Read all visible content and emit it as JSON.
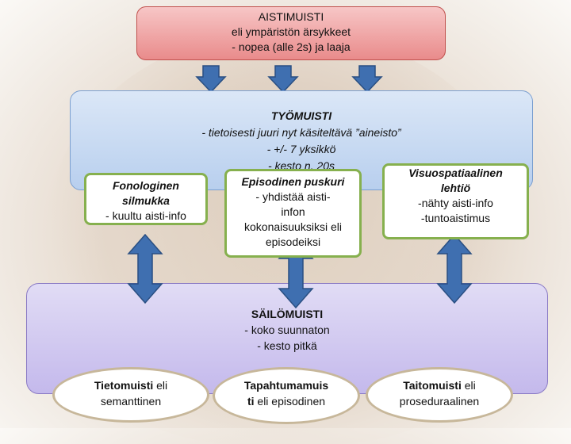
{
  "sensory_memory": {
    "title": "AISTIMUISTI",
    "line1": "eli ympäristön ärsykkeet",
    "line2": "- nopea (alle 2s) ja laaja"
  },
  "working_memory": {
    "title": "TYÖMUISTI",
    "line1": "-   tietoisesti juuri nyt käsiteltävä ”aineisto”",
    "line2": "-   +/- 7 yksikkö",
    "line3": "-   kesto n. 20s"
  },
  "phonological_loop": {
    "title": "Fonologinen",
    "line2": "silmukka",
    "line3": "- kuultu aisti-info"
  },
  "episodic_buffer": {
    "title": "Episodinen puskuri",
    "line2": "- yhdistää aisti-",
    "line3": "infon",
    "line4": "kokonaisuuksiksi eli",
    "line5": "episodeiksi"
  },
  "visuospatial_sketchpad": {
    "title": "Visuospatiaalinen",
    "line2": "lehtiö",
    "line3": "-nähty aisti-info",
    "line4": "-tuntoaistimus"
  },
  "long_term_memory": {
    "title": "SÄILÖMUISTI",
    "line1": "-   koko suunnaton",
    "line2": "-   kesto pitkä"
  },
  "semantic_memory": {
    "bold": "Tietomuisti",
    "rest": " eli",
    "line2": "semanttinen"
  },
  "episodic_memory": {
    "bold1": "Tapahtumamuis",
    "bold2": "ti",
    "rest": " eli episodinen"
  },
  "procedural_memory": {
    "bold": "Taitomuisti",
    "rest": " eli",
    "line2": "proseduraalinen"
  },
  "colors": {
    "sensory_fill": "#e98b8b",
    "working_fill": "#b8cfee",
    "longterm_fill": "#c4b9ec",
    "arrow_blue": "#3f6fb0",
    "green_border": "#86b04e"
  }
}
